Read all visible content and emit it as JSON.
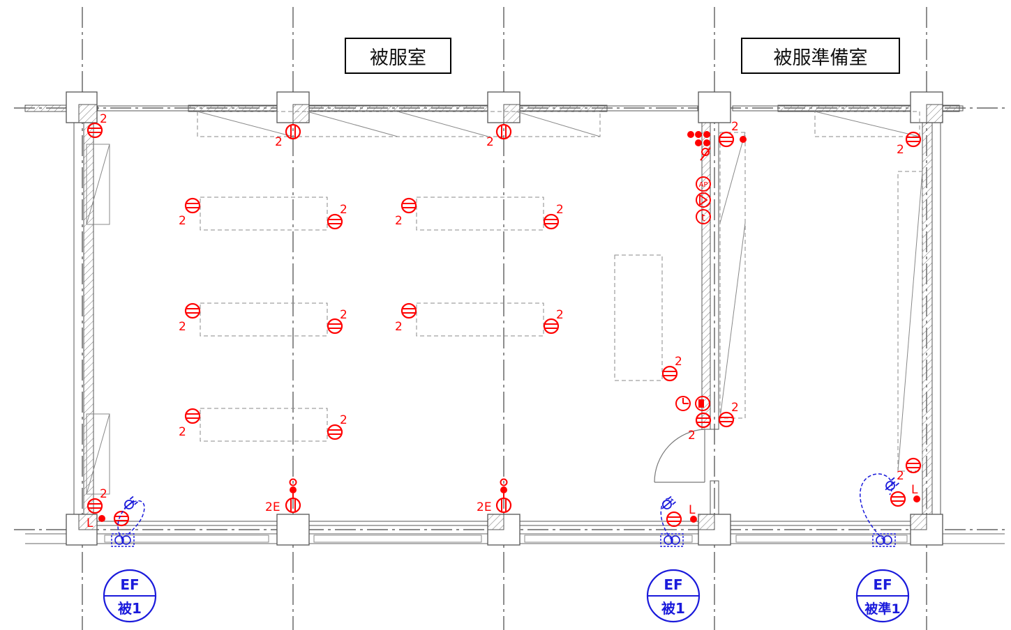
{
  "room_labels": {
    "room1": "被服室",
    "room2": "被服準備室"
  },
  "outlet_qty": "2",
  "outlet_2e": "2E",
  "switch_l": "L",
  "tags": {
    "ap": "AP",
    "tv": "t"
  },
  "fans": [
    {
      "code": "EF",
      "name": "被1"
    },
    {
      "code": "EF",
      "name": "被1"
    },
    {
      "code": "EF",
      "name": "被準1"
    }
  ],
  "colors": {
    "electrical": "#ff0000",
    "ventilation": "#1a1adb",
    "structure": "#555555"
  },
  "symbols": [
    "outlet-icon",
    "ceiling-outlet-icon",
    "floor-outlet-icon",
    "clock-icon",
    "speaker-icon",
    "access-point-icon",
    "tv-outlet-icon",
    "exhaust-fan-icon"
  ]
}
